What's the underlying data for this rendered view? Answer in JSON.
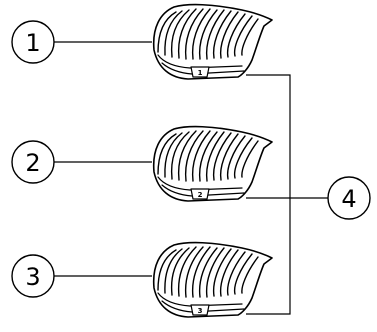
{
  "callouts": [
    {
      "id": "1",
      "label": "1"
    },
    {
      "id": "2",
      "label": "2"
    },
    {
      "id": "3",
      "label": "3"
    },
    {
      "id": "4",
      "label": "4"
    }
  ],
  "combs": [
    {
      "id": "comb-1",
      "number_label": "1"
    },
    {
      "id": "comb-2",
      "number_label": "2"
    },
    {
      "id": "comb-3",
      "number_label": "3"
    }
  ]
}
